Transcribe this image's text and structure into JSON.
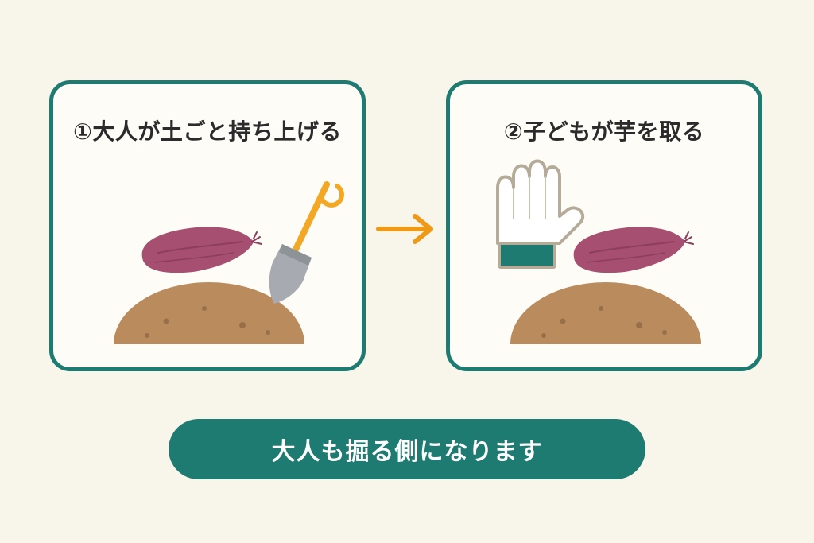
{
  "steps": [
    {
      "title": "①大人が土ごと持ち上げる",
      "icons": [
        "sweet-potato-icon",
        "soil-mound-icon",
        "shovel-icon"
      ]
    },
    {
      "title": "②子どもが芋を取る",
      "icons": [
        "work-glove-icon",
        "sweet-potato-icon",
        "soil-mound-icon"
      ]
    }
  ],
  "arrow_icon": "arrow-right-icon",
  "banner": {
    "text": "大人も掘る側になります"
  },
  "colors": {
    "background": "#f8f5ea",
    "panel_fill": "#fdfcf6",
    "teal": "#1e7b72",
    "soil": "#b98b5d",
    "sweet_potato": "#a64f70",
    "shovel_handle": "#f2a825",
    "shovel_blade": "#a7abb1",
    "arrow": "#ee9a18"
  }
}
